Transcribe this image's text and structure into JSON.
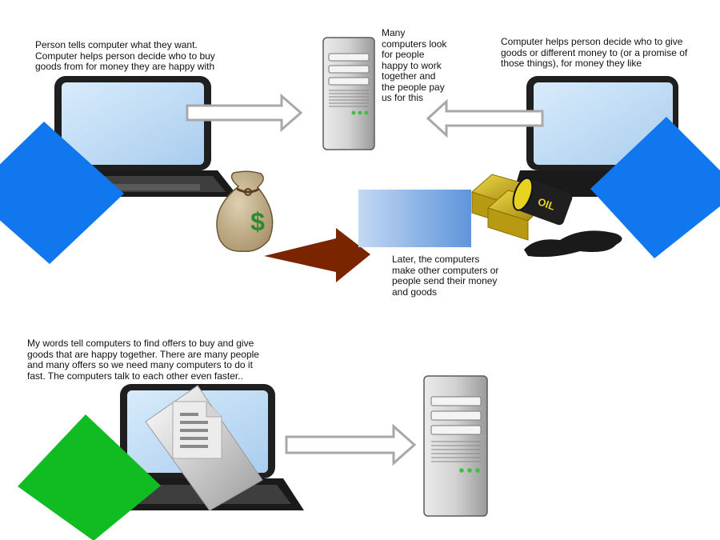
{
  "captions": {
    "top_left": "Person tells computer what they want.\nComputer helps person decide who to buy\ngoods from for money they are happy with",
    "top_center": "Many\ncomputers look\nfor people\nhappy to work\ntogether and\nthe people pay\nus for this",
    "top_right": "Computer helps person decide who to give\ngoods or different money to (or a promise of\nthose things), for money they like",
    "middle": "Later, the computers\nmake other computers or\npeople send their money\nand goods",
    "bottom": "My words tell computers to find offers to buy and give\ngoods that are happy together. There are many people\nand many offers so we need many computers to do it\nfast. The computers talk to each other even faster.."
  },
  "money_bag_symbol": "$",
  "oil_barrel_label": "OIL",
  "colors": {
    "blue_diamond": "#1177ee",
    "green_diamond": "#11bb22",
    "big_arrow": "#7a2400",
    "hollow_arrow": "#a8a8a8",
    "server_body": "#d4d4d4",
    "gold": "#d4b21a",
    "oil": "#1a1a1a"
  }
}
